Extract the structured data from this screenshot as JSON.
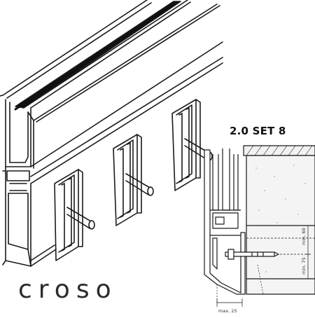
{
  "set_label": "2.0 SET 8",
  "brand": "croso",
  "dimensions": {
    "min60": "min. 60",
    "min75": "min. 75",
    "max25": "max. 25"
  },
  "colors": {
    "line": "#1a1a1a",
    "wall": "#f2f2f2",
    "brand": "#2b2b2b"
  }
}
